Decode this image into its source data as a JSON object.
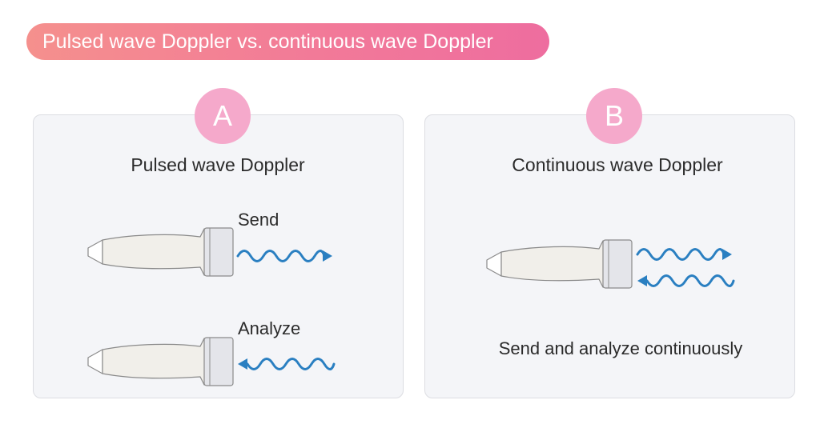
{
  "title": "Pulsed wave Doppler vs. continuous wave Doppler",
  "panel_a": {
    "badge": "A",
    "heading": "Pulsed wave Doppler",
    "send_label": "Send",
    "analyze_label": "Analyze"
  },
  "panel_b": {
    "badge": "B",
    "heading": "Continuous wave Doppler",
    "caption": "Send and analyze continuously"
  },
  "colors": {
    "title_gradient_start": "#f5908d",
    "title_gradient_end": "#ee6d9f",
    "badge": "#f5a9cb",
    "wave": "#2a7fc1",
    "panel_bg": "#f4f5f8",
    "probe_body": "#f1efea",
    "probe_outline": "#8a8a8a"
  }
}
